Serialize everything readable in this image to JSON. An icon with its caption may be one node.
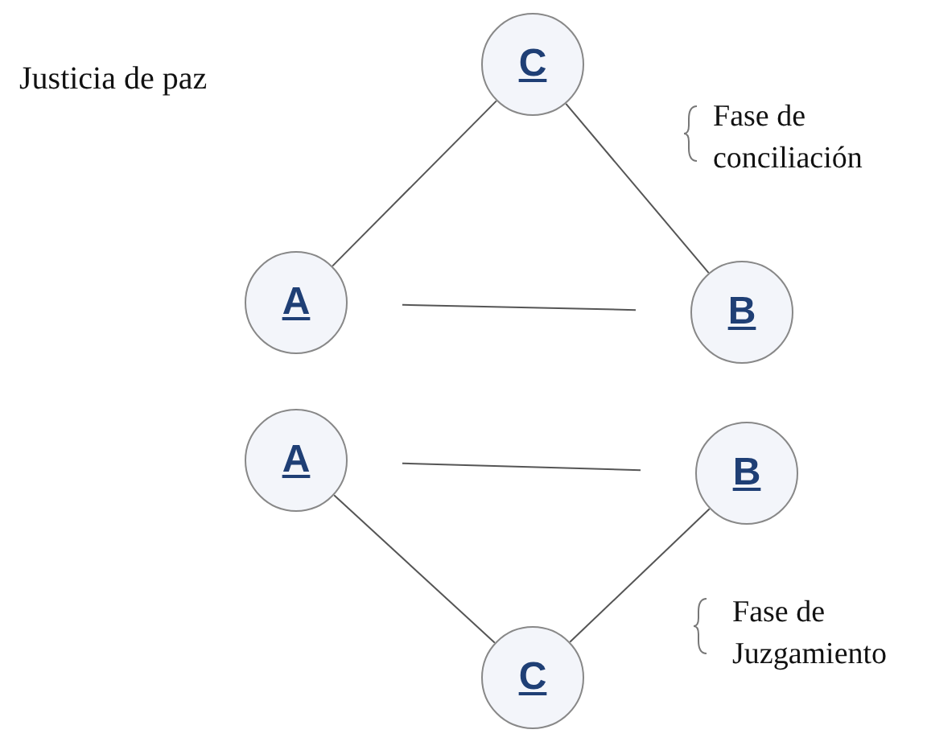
{
  "diagram": {
    "title": "Justicia de paz",
    "nodes": [
      {
        "text": [
          "C"
        ]
      },
      {
        "text": [
          "A"
        ]
      },
      {
        "text": [
          "B"
        ]
      },
      {
        "text": [
          "A"
        ]
      },
      {
        "text": [
          "B"
        ]
      },
      {
        "text": [
          "C"
        ]
      }
    ],
    "edges": [
      {
        "from": 0,
        "to": 1,
        "arrow": "none"
      },
      {
        "from": 0,
        "to": 2,
        "arrow": "none"
      },
      {
        "from": 1,
        "to": 2,
        "arrow": "none"
      },
      {
        "from": 3,
        "to": 4,
        "arrow": "none"
      },
      {
        "from": 3,
        "to": 5,
        "arrow": "none"
      },
      {
        "from": 4,
        "to": 5,
        "arrow": "none"
      }
    ],
    "labels": [
      "Fase de conciliación",
      "Fase de Juzgamiento"
    ]
  }
}
